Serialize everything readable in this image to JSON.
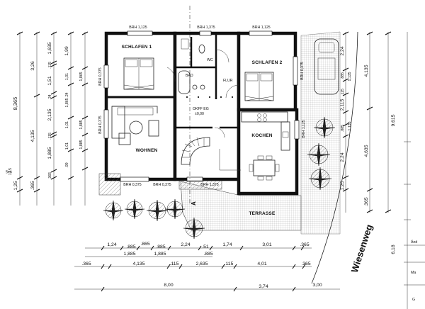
{
  "rooms": {
    "schlafen1": "SCHLAFEN 1",
    "bad": "BAD",
    "wc": "WC",
    "flur": "FLUR",
    "schlafen2": "SCHLAFEN 2",
    "okff": "OKFF EG",
    "okff_val": "±0,00",
    "wohnen": "WOHNEN",
    "kochen": "KOCHEN",
    "terrasse": "TERRASSE"
  },
  "openings": {
    "top1": "BRH 1,125",
    "top2": "BRH 1,375",
    "top3": "BRH 1,125",
    "side1": "BRH 0,375",
    "side2": "BRH 0,375",
    "side3": "BRH 0,375",
    "side4": "BRH 1,125",
    "bot1": "BRH 0,375",
    "bot2": "BRH 0,375",
    "bot3": "BRH 1,375"
  },
  "left_dims": {
    "outer_total": "8,365",
    "outer_a": "3,26",
    "outer_b": "4,135",
    "outer_c": ".365",
    "outer_d": "1,25",
    "outer_e": "1,15",
    "mid_a": "1,635",
    "mid_b": ".115",
    "mid_c": "1,51",
    "mid_d": ".24",
    "mid_e": "2,135",
    "mid_f": ".115",
    "mid_g": "1,885",
    "mid_h": ".365",
    "inner_a": "1,99",
    "inner_b": "1,01",
    "inner_c": "1,865",
    "inner_d": ".24",
    "inner_e": "1,865",
    "inner_f": "1,01",
    "inner_g": "1,885",
    "inner_h": "1,01",
    "inner_i": ".99",
    "inner_j": "1,885"
  },
  "right_dims": {
    "outer_a": "9,615",
    "outer_b": "6,18",
    "mid_a": "4,135",
    "mid_b": "4,635",
    "mid_c": "1,25",
    "mid_d": ".365",
    "in_a": "2,24",
    "in_b": ".885",
    "in_c": "1,135",
    "in_d": ".115",
    "in_e": "2,115",
    "in_f": ".885",
    "in_g": "1,135",
    "in_h": "2,24"
  },
  "bottom_dims": {
    "r1_a": "1,24",
    "r1_b": ".885",
    "r1_c": ".865",
    "r1_d": ".885",
    "r1_e": "2,24",
    "r1_f": ".51",
    "r1_g": "1,74",
    "r1_h": "3,01",
    "r1_i": ".365",
    "r2_a": "1,885",
    "r2_b": "1,885",
    "r2_c": ".885",
    "r3_a": ".365",
    "r3_b": "4,135",
    "r3_c": ".115",
    "r3_d": "2,635",
    "r3_e": ".115",
    "r3_f": "4,01",
    "r3_g": ".365",
    "r4_a": "8,00",
    "r4_b": "3,74",
    "r4_c": "3,00"
  },
  "misc": {
    "street": "Wiesenweg",
    "section": "A",
    "and": "Änd",
    "ma": "Ma",
    "side_left": "§en",
    "side_g": "G"
  }
}
